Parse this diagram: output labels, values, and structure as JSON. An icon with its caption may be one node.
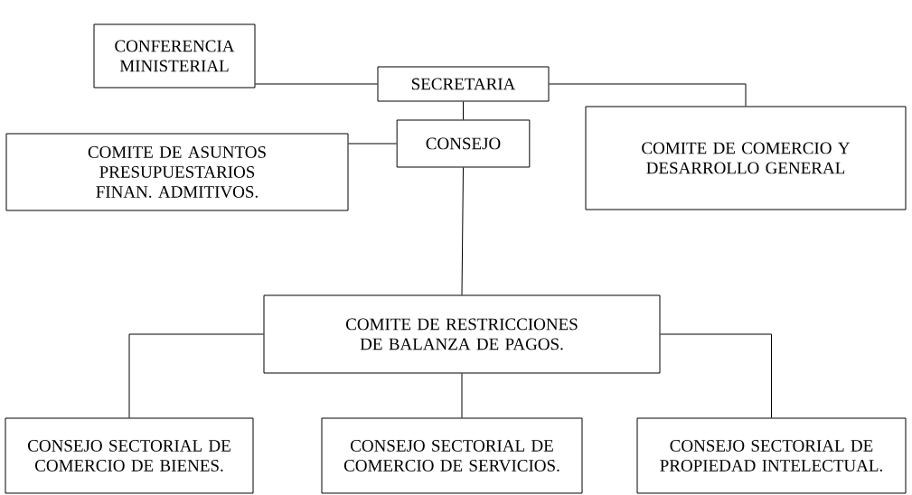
{
  "diagram": {
    "nodes": [
      {
        "text": [
          "CONFERENCIA MINISTERIAL"
        ]
      },
      {
        "text": [
          "SECRETARIA"
        ]
      },
      {
        "text": [
          "COMITE DE ASUNTOS PRESUPUESTARIOS FINAN. ADMITIVOS."
        ]
      },
      {
        "text": [
          "CONSEJO"
        ]
      },
      {
        "text": [
          "COMITE DE COMERCIO Y DESARROLLO GENERAL"
        ]
      },
      {
        "text": [
          "COMITE DE RESTRICCIONES DE BALANZA DE PAGOS."
        ]
      },
      {
        "text": [
          "CONSEJO SECTORIAL DE COMERCIO DE BIENES."
        ]
      },
      {
        "text": [
          "CONSEJO SECTORIAL DE COMERCIO DE SERVICIOS."
        ]
      },
      {
        "text": [
          "CONSEJO SECTORIAL DE PROPIEDAD INTELECTUAL."
        ]
      }
    ],
    "edges": [
      {
        "from": 0,
        "to": 1,
        "arrow": "none"
      },
      {
        "from": 1,
        "to": 4,
        "arrow": "none"
      },
      {
        "from": 1,
        "to": 3,
        "arrow": "none"
      },
      {
        "from": 2,
        "to": 3,
        "arrow": "none"
      },
      {
        "from": 3,
        "to": 5,
        "arrow": "none"
      },
      {
        "from": 5,
        "to": 6,
        "arrow": "none"
      },
      {
        "from": 5,
        "to": 7,
        "arrow": "none"
      },
      {
        "from": 5,
        "to": 8,
        "arrow": "none"
      }
    ]
  }
}
